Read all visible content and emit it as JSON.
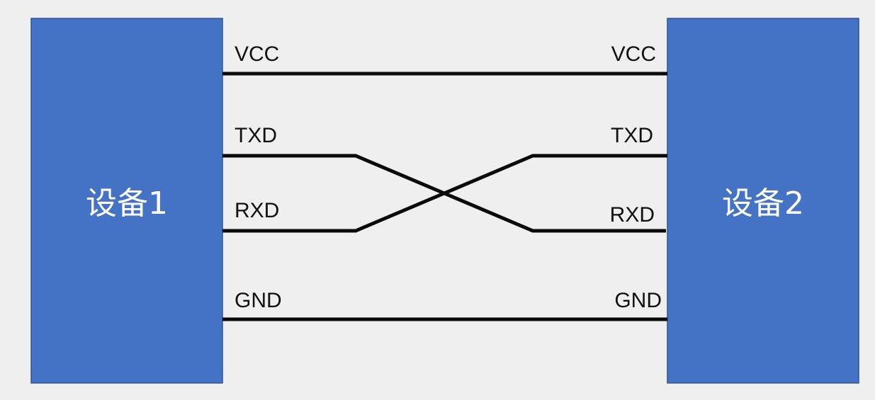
{
  "devices": {
    "left": {
      "label": "设备1"
    },
    "right": {
      "label": "设备2"
    }
  },
  "pins": {
    "left": [
      "VCC",
      "TXD",
      "RXD",
      "GND"
    ],
    "right": [
      "VCC",
      "TXD",
      "RXD",
      "GND"
    ]
  },
  "connections": [
    {
      "from": "VCC",
      "to": "VCC"
    },
    {
      "from": "TXD",
      "to": "RXD"
    },
    {
      "from": "RXD",
      "to": "TXD"
    },
    {
      "from": "GND",
      "to": "GND"
    }
  ],
  "colors": {
    "device_fill": "#4472c4",
    "wire": "#0a0a0a",
    "background": "#efefef"
  }
}
